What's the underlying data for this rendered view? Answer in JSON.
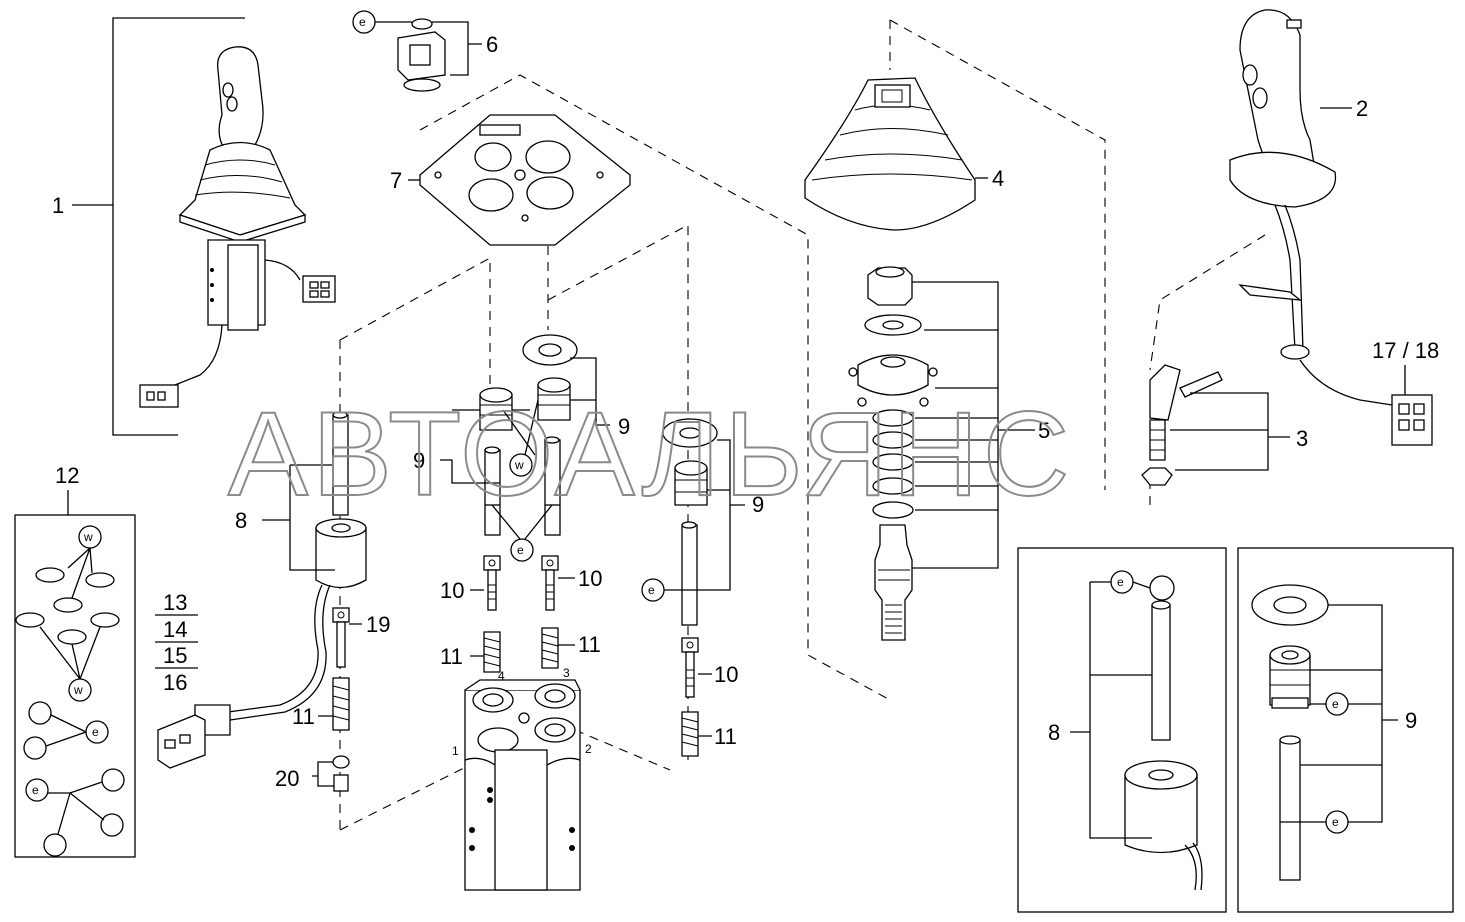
{
  "watermark": "АВТОАЛЬЯНС",
  "labels": {
    "l1": "1",
    "l2": "2",
    "l3": "3",
    "l4": "4",
    "l5": "5",
    "l6": "6",
    "l7": "7",
    "l8": "8",
    "l8b": "8",
    "l9a": "9",
    "l9b": "9",
    "l9c": "9",
    "l9d": "9",
    "l10a": "10",
    "l10b": "10",
    "l10c": "10",
    "l11a": "11",
    "l11b": "11",
    "l11c": "11",
    "l11d": "11",
    "l12": "12",
    "l13": "13",
    "l14": "14",
    "l15": "15",
    "l16": "16",
    "l1718": "17 / 18",
    "l19": "19",
    "l20": "20"
  },
  "markers": {
    "e": "e",
    "w": "w"
  },
  "valve_ports": {
    "p1": "1",
    "p2": "2",
    "p3": "3",
    "p4": "4"
  }
}
